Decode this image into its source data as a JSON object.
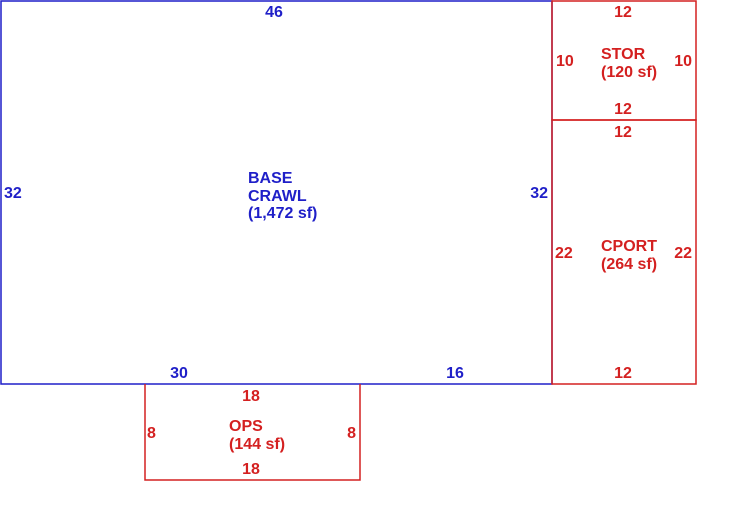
{
  "colors": {
    "base": "#1f1fc8",
    "addition": "#d42020"
  },
  "base": {
    "name_line1": "BASE",
    "name_line2": "CRAWL",
    "area": "(1,472 sf)",
    "dim_top": "46",
    "dim_left": "32",
    "dim_right": "32",
    "dim_bottom_left": "30",
    "dim_bottom_right": "16"
  },
  "stor": {
    "name": "STOR",
    "area": "(120 sf)",
    "dim_top": "12",
    "dim_left": "10",
    "dim_right": "10",
    "dim_bottom": "12"
  },
  "cport": {
    "name": "CPORT",
    "area": "(264 sf)",
    "dim_top": "12",
    "dim_left": "22",
    "dim_right": "22",
    "dim_bottom": "12"
  },
  "ops": {
    "name": "OPS",
    "area": "(144 sf)",
    "dim_top": "18",
    "dim_left": "8",
    "dim_right": "8",
    "dim_bottom": "18"
  }
}
